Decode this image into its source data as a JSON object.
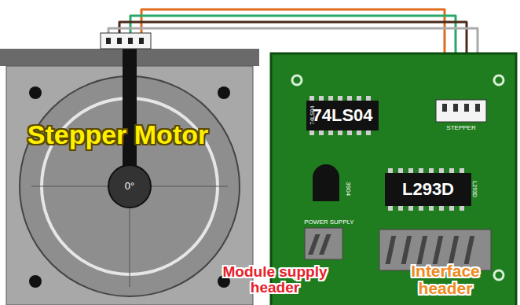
{
  "diagram": {
    "nodes": [
      {
        "text": [
          "74LS04"
        ]
      },
      {
        "text": [
          "L293D"
        ]
      }
    ],
    "labels": [
      "Stepper Motor",
      "0°",
      "74LS04",
      "STEPPER",
      "3904",
      "L293D",
      "POWER SUPPLY",
      "Module supply header",
      "Interface header"
    ]
  }
}
